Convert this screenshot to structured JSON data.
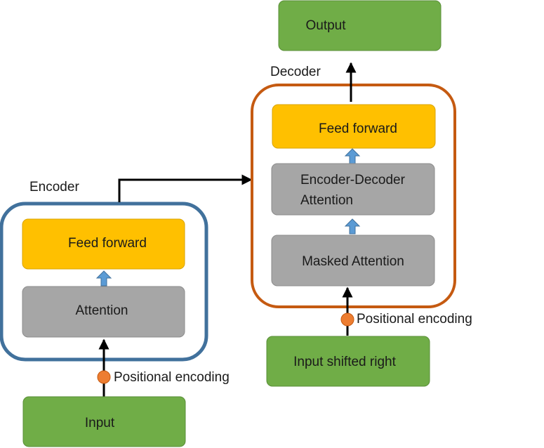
{
  "encoder": {
    "title": "Encoder",
    "feed_forward": "Feed forward",
    "attention": "Attention",
    "positional_encoding": "Positional encoding",
    "input": "Input",
    "border_color": "#41719c"
  },
  "decoder": {
    "title": "Decoder",
    "feed_forward": "Feed forward",
    "enc_dec_attention_line1": "Encoder-Decoder",
    "enc_dec_attention_line2": "Attention",
    "masked_attention": "Masked Attention",
    "positional_encoding": "Positional encoding",
    "input": "Input shifted right",
    "output": "Output",
    "border_color": "#c55a11"
  },
  "colors": {
    "green_box": "#70ad47",
    "yellow_box": "#ffc000",
    "gray_box": "#a6a6a6",
    "dot": "#ed7d31",
    "small_arrow": "#5b9bd5"
  }
}
